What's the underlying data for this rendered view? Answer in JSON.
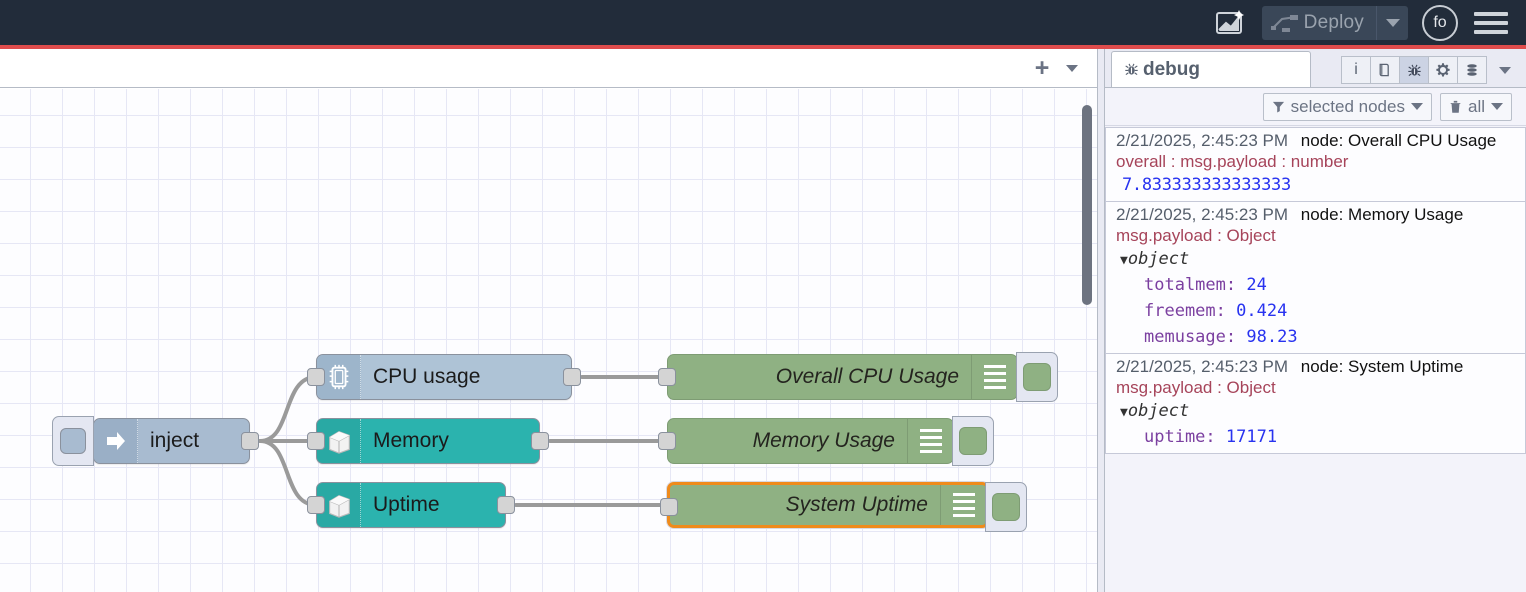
{
  "header": {
    "assist_icon": "flow-assistant-icon",
    "deploy_label": "Deploy",
    "deploy_icon": "deploy-icon",
    "deploy_caret_icon": "chevron-down-icon",
    "avatar_text": "fo",
    "menu_icon": "hamburger-menu-icon"
  },
  "workspace": {
    "add_tab_label": "+",
    "add_tab_icon": "plus-icon",
    "tab_menu_icon": "chevron-down-icon"
  },
  "flow": {
    "inject": {
      "label": "inject",
      "icon": "arrow-right-icon",
      "button": "inject-trigger-button"
    },
    "nodes": [
      {
        "label": "CPU usage",
        "icon": "cpu-chip-icon",
        "color": "#aec3d6"
      },
      {
        "label": "Memory",
        "icon": "server-box-icon",
        "color": "#2bb3ae"
      },
      {
        "label": "Uptime",
        "icon": "server-box-icon",
        "color": "#2bb3ae"
      }
    ],
    "debug_nodes": [
      {
        "label": "Overall CPU Usage",
        "selected": false
      },
      {
        "label": "Memory Usage",
        "selected": false
      },
      {
        "label": "System Uptime",
        "selected": true
      }
    ]
  },
  "sidebar": {
    "tab_label": "debug",
    "tab_icon": "bug-icon",
    "tools": [
      {
        "name": "info-icon",
        "glyph": "i",
        "active": false
      },
      {
        "name": "library-icon",
        "glyph": "☰",
        "active": false
      },
      {
        "name": "debug-bug-icon",
        "glyph": "☣",
        "active": true
      },
      {
        "name": "gear-icon",
        "glyph": "⚙",
        "active": false
      },
      {
        "name": "context-data-icon",
        "glyph": "≡",
        "active": false
      }
    ],
    "tools_caret_icon": "chevron-down-icon",
    "filters": {
      "node_filter_label": "selected nodes",
      "node_filter_icon": "funnel-icon",
      "clear_label": "all",
      "clear_icon": "trash-icon",
      "caret_icon": "chevron-down-icon"
    },
    "messages": [
      {
        "time": "2/21/2025, 2:45:23 PM",
        "node": "node: Overall CPU Usage",
        "topic": "overall : msg.payload : number",
        "kind": "value",
        "value": "7.833333333333333"
      },
      {
        "time": "2/21/2025, 2:45:23 PM",
        "node": "node: Memory Usage",
        "topic": "msg.payload : Object",
        "kind": "object",
        "object_label": "object",
        "props": [
          {
            "key": "totalmem",
            "value": "24"
          },
          {
            "key": "freemem",
            "value": "0.424"
          },
          {
            "key": "memusage",
            "value": "98.23"
          }
        ]
      },
      {
        "time": "2/21/2025, 2:45:23 PM",
        "node": "node: System Uptime",
        "topic": "msg.payload : Object",
        "kind": "object",
        "object_label": "object",
        "props": [
          {
            "key": "uptime",
            "value": "17171"
          }
        ]
      }
    ]
  },
  "colors": {
    "header_bg": "#222c3a",
    "accent_red": "#e04c4c",
    "node_teal": "#2bb3ae",
    "node_blue": "#aec3d6",
    "debug_green": "#8fb183",
    "selection_orange": "#ef8b1c"
  }
}
